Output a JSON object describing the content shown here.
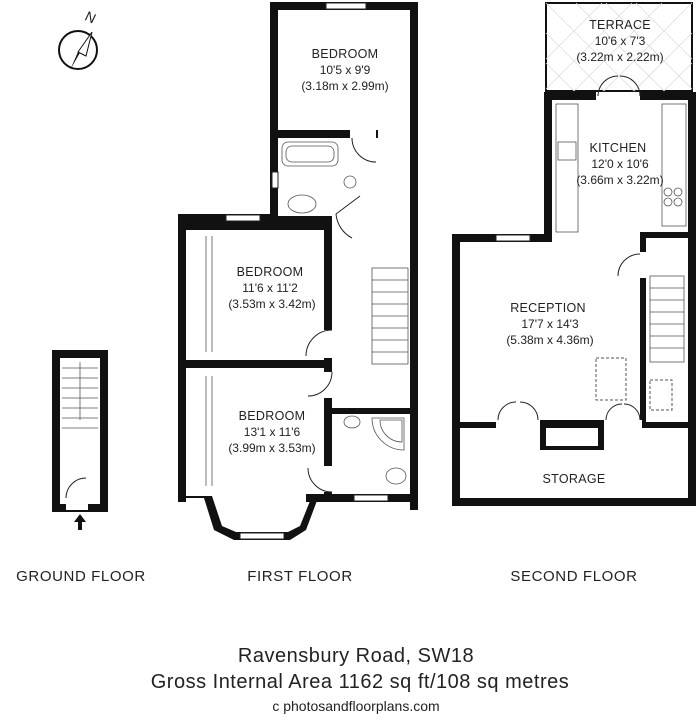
{
  "compass": {
    "letter": "N",
    "icon": "north-arrow-icon"
  },
  "rooms": {
    "terrace": {
      "name": "TERRACE",
      "imperial": "10'6 x 7'3",
      "metric": "(3.22m x 2.22m)"
    },
    "kitchen": {
      "name": "KITCHEN",
      "imperial": "12'0 x 10'6",
      "metric": "(3.66m x 3.22m)"
    },
    "bedroom1": {
      "name": "BEDROOM",
      "imperial": "10'5 x 9'9",
      "metric": "(3.18m x 2.99m)"
    },
    "bedroom2": {
      "name": "BEDROOM",
      "imperial": "11'6 x 11'2",
      "metric": "(3.53m x 3.42m)"
    },
    "bedroom3": {
      "name": "BEDROOM",
      "imperial": "13'1 x 11'6",
      "metric": "(3.99m x 3.53m)"
    },
    "reception": {
      "name": "RECEPTION",
      "imperial": "17'7 x 14'3",
      "metric": "(5.38m x 4.36m)"
    },
    "storage": {
      "name": "STORAGE"
    }
  },
  "floors": {
    "ground": "GROUND FLOOR",
    "first": "FIRST FLOOR",
    "second": "SECOND FLOOR"
  },
  "footer": {
    "address": "Ravensbury Road, SW18",
    "area": "Gross Internal Area 1162 sq ft/108 sq metres",
    "copyright": "c photosandfloorplans.com"
  }
}
